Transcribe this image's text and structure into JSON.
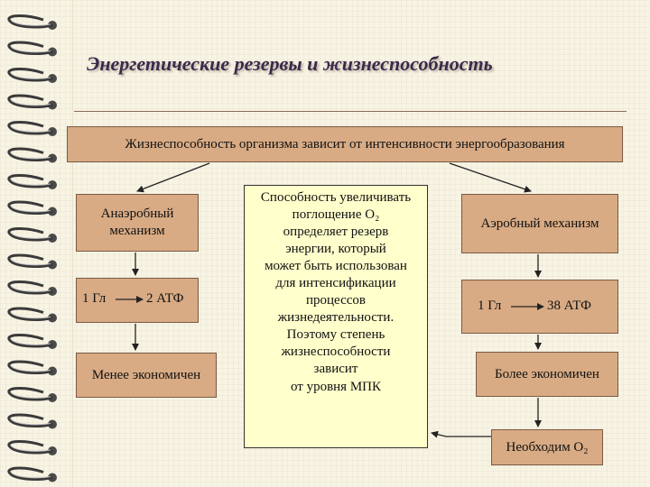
{
  "title": "Энергетические резервы и жизнеспособность",
  "top_box": "Жизнеспособность организма зависит от интенсивности энергообразования",
  "left": {
    "mechanism_line1": "Анаэробный",
    "mechanism_line2": "механизм",
    "from": "1 Гл",
    "to": "2 АТФ",
    "efficiency": "Менее  экономичен"
  },
  "center": {
    "lines": [
      "Способность увеличивать",
      "поглощение О₂",
      "определяет резерв",
      "энергии, который",
      "может быть использован",
      "для интенсификации",
      "процессов",
      "жизнедеятельности.",
      "Поэтому степень",
      "жизнеспособности",
      "зависит",
      "от уровня МПК"
    ]
  },
  "right": {
    "mechanism": "Аэробный механизм",
    "from": "1 Гл",
    "to": "38 АТФ",
    "efficiency": "Более экономичен",
    "need": "Необходим О₂"
  },
  "colors": {
    "box_fill": "#d8ab84",
    "center_fill": "#ffffcc",
    "title": "#3a2a4a"
  }
}
